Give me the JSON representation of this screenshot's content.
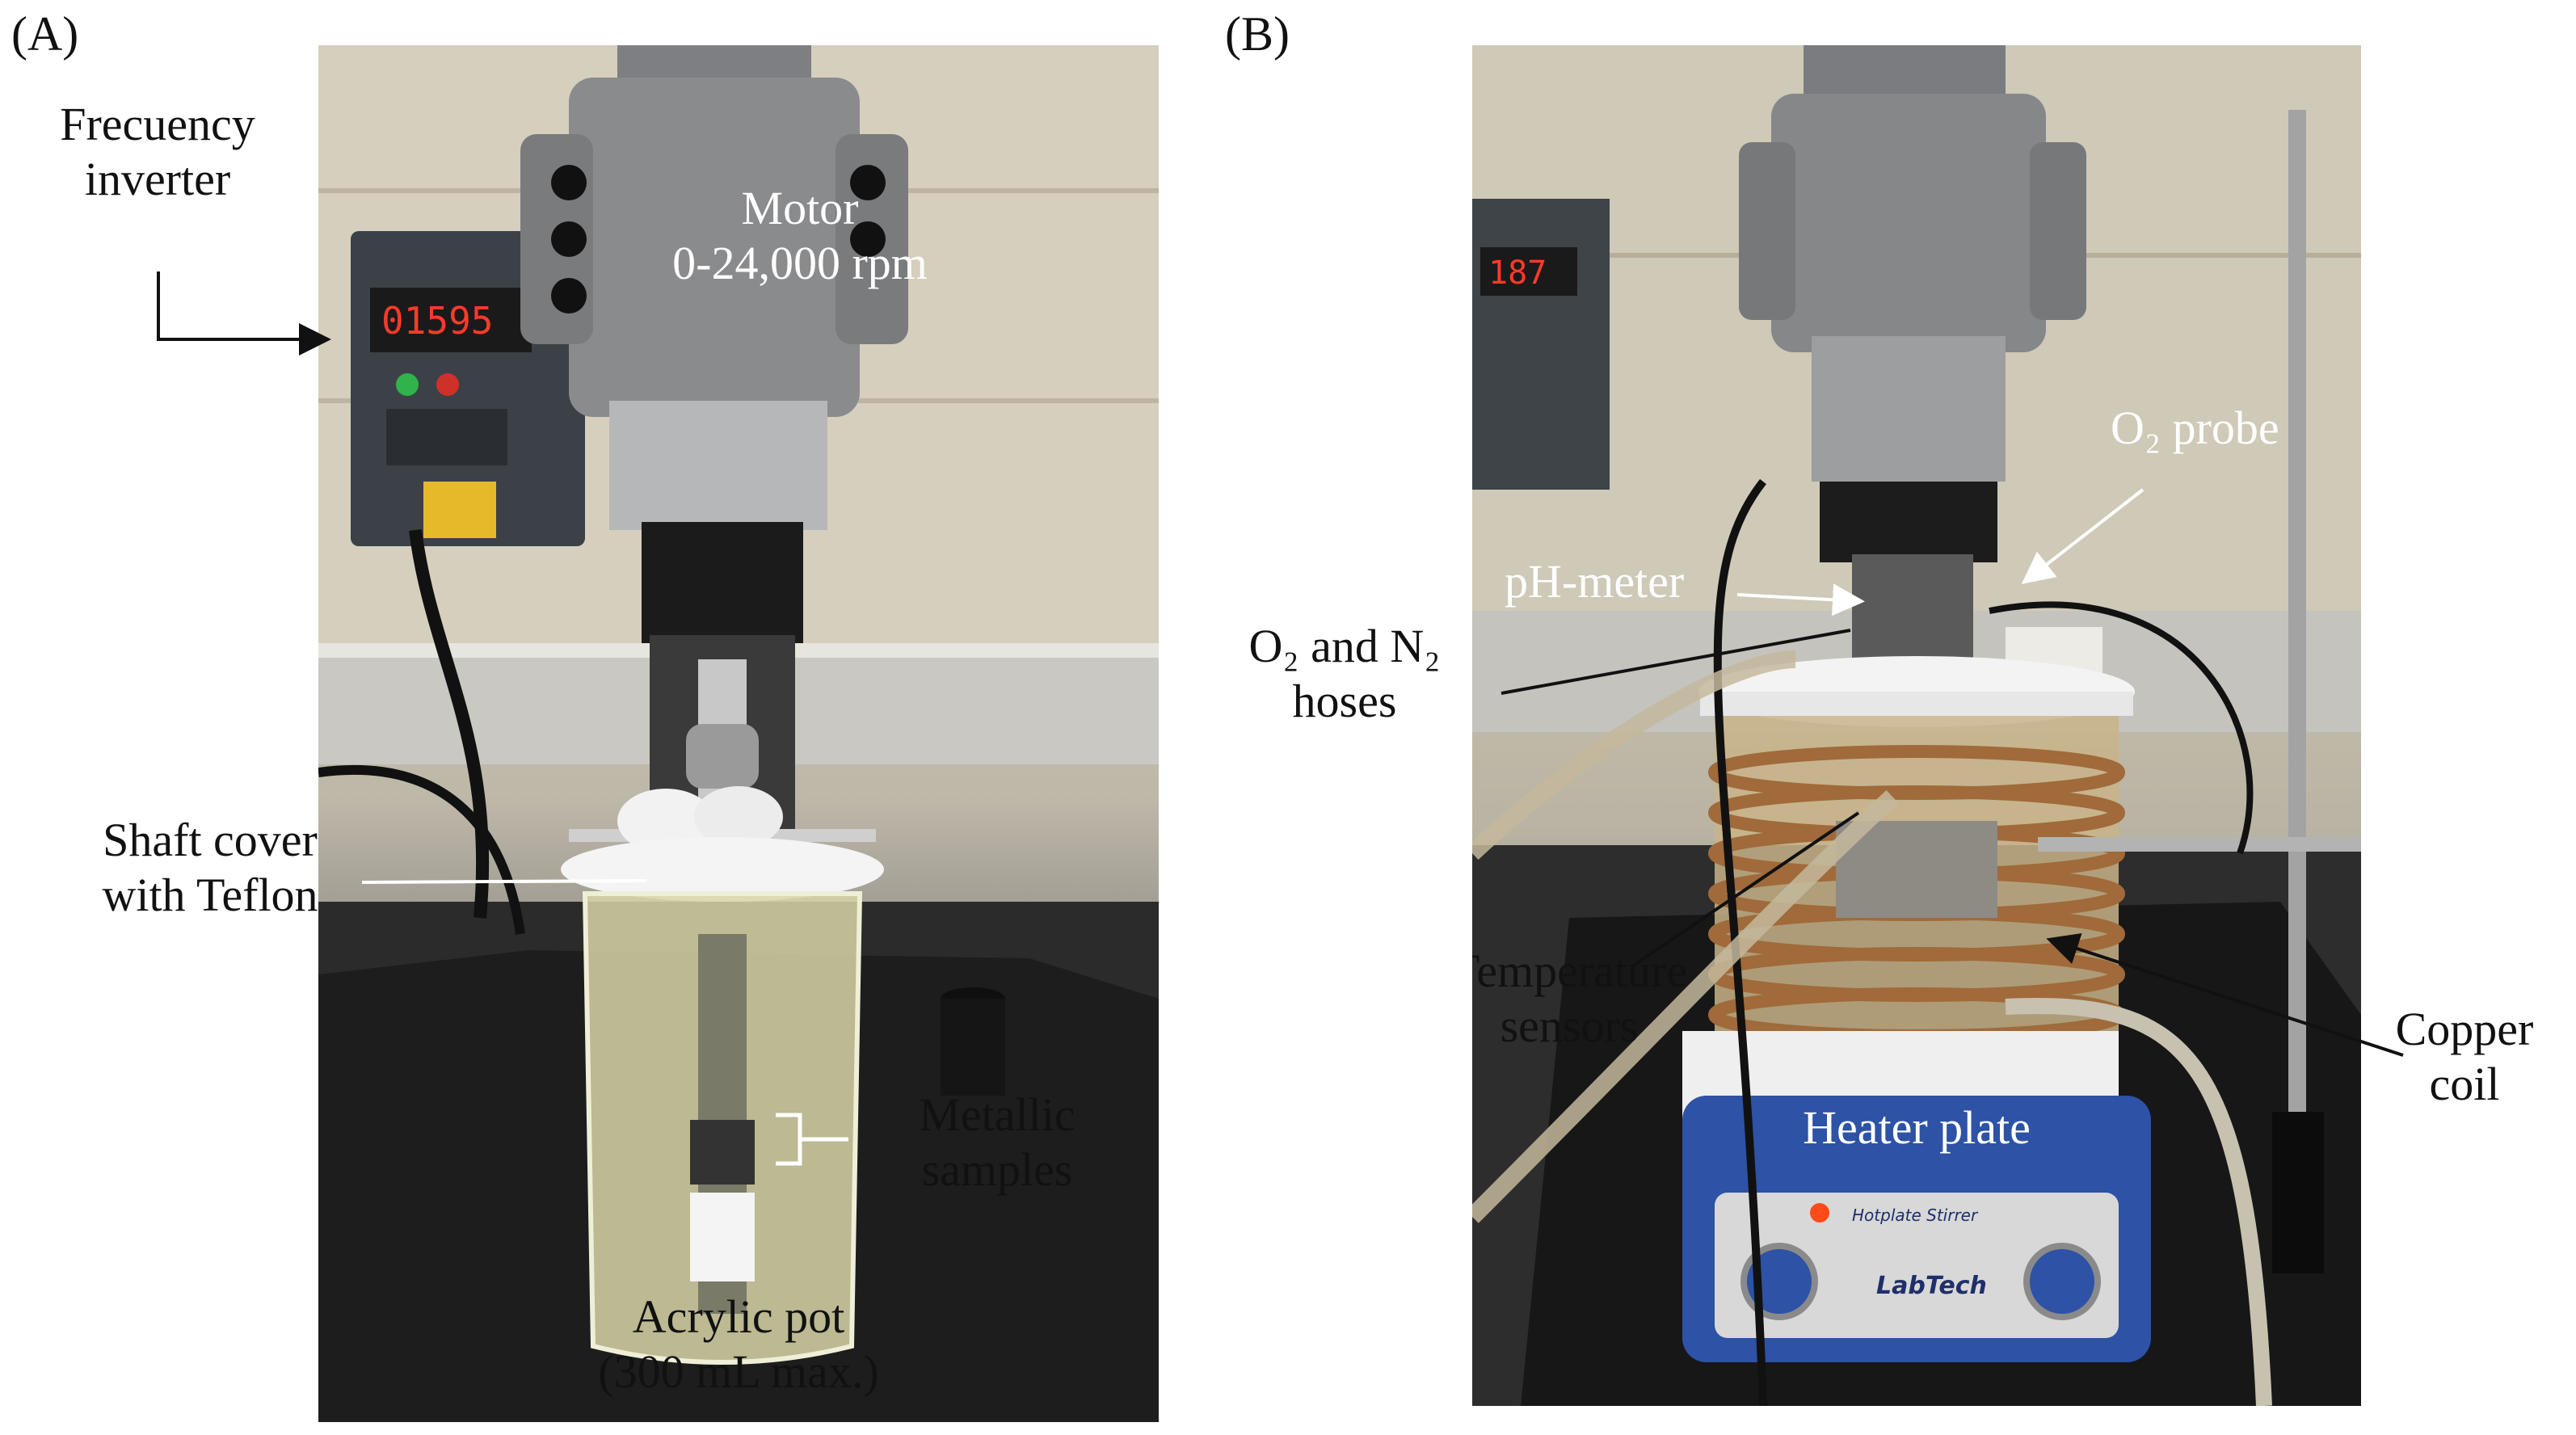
{
  "panel_a": {
    "letter": "(A)",
    "labels": {
      "frequency_inverter": [
        "Frecuency",
        "inverter"
      ],
      "motor": [
        "Motor",
        "0-24,000 rpm"
      ],
      "shaft_cover": [
        "Shaft cover",
        "with Teflon"
      ],
      "metallic_samples": [
        "Metallic",
        "samples"
      ],
      "acrylic_pot": [
        "Acrylic pot",
        "(300 mL max.)"
      ]
    },
    "inverter_display": "01595"
  },
  "panel_b": {
    "letter": "(B)",
    "labels": {
      "o2_probe": "O₂ probe",
      "ph_meter": "pH-meter",
      "hoses": [
        "O₂ and N₂",
        "hoses"
      ],
      "temperature_sensors": [
        "Temperature",
        "sensors"
      ],
      "copper_coil": [
        "Copper",
        "coil"
      ],
      "heater_plate": "Heater plate"
    },
    "inverter_display": "187",
    "stirrer_text": "Hotplate Stirrer",
    "brand_text": "LabTech"
  }
}
